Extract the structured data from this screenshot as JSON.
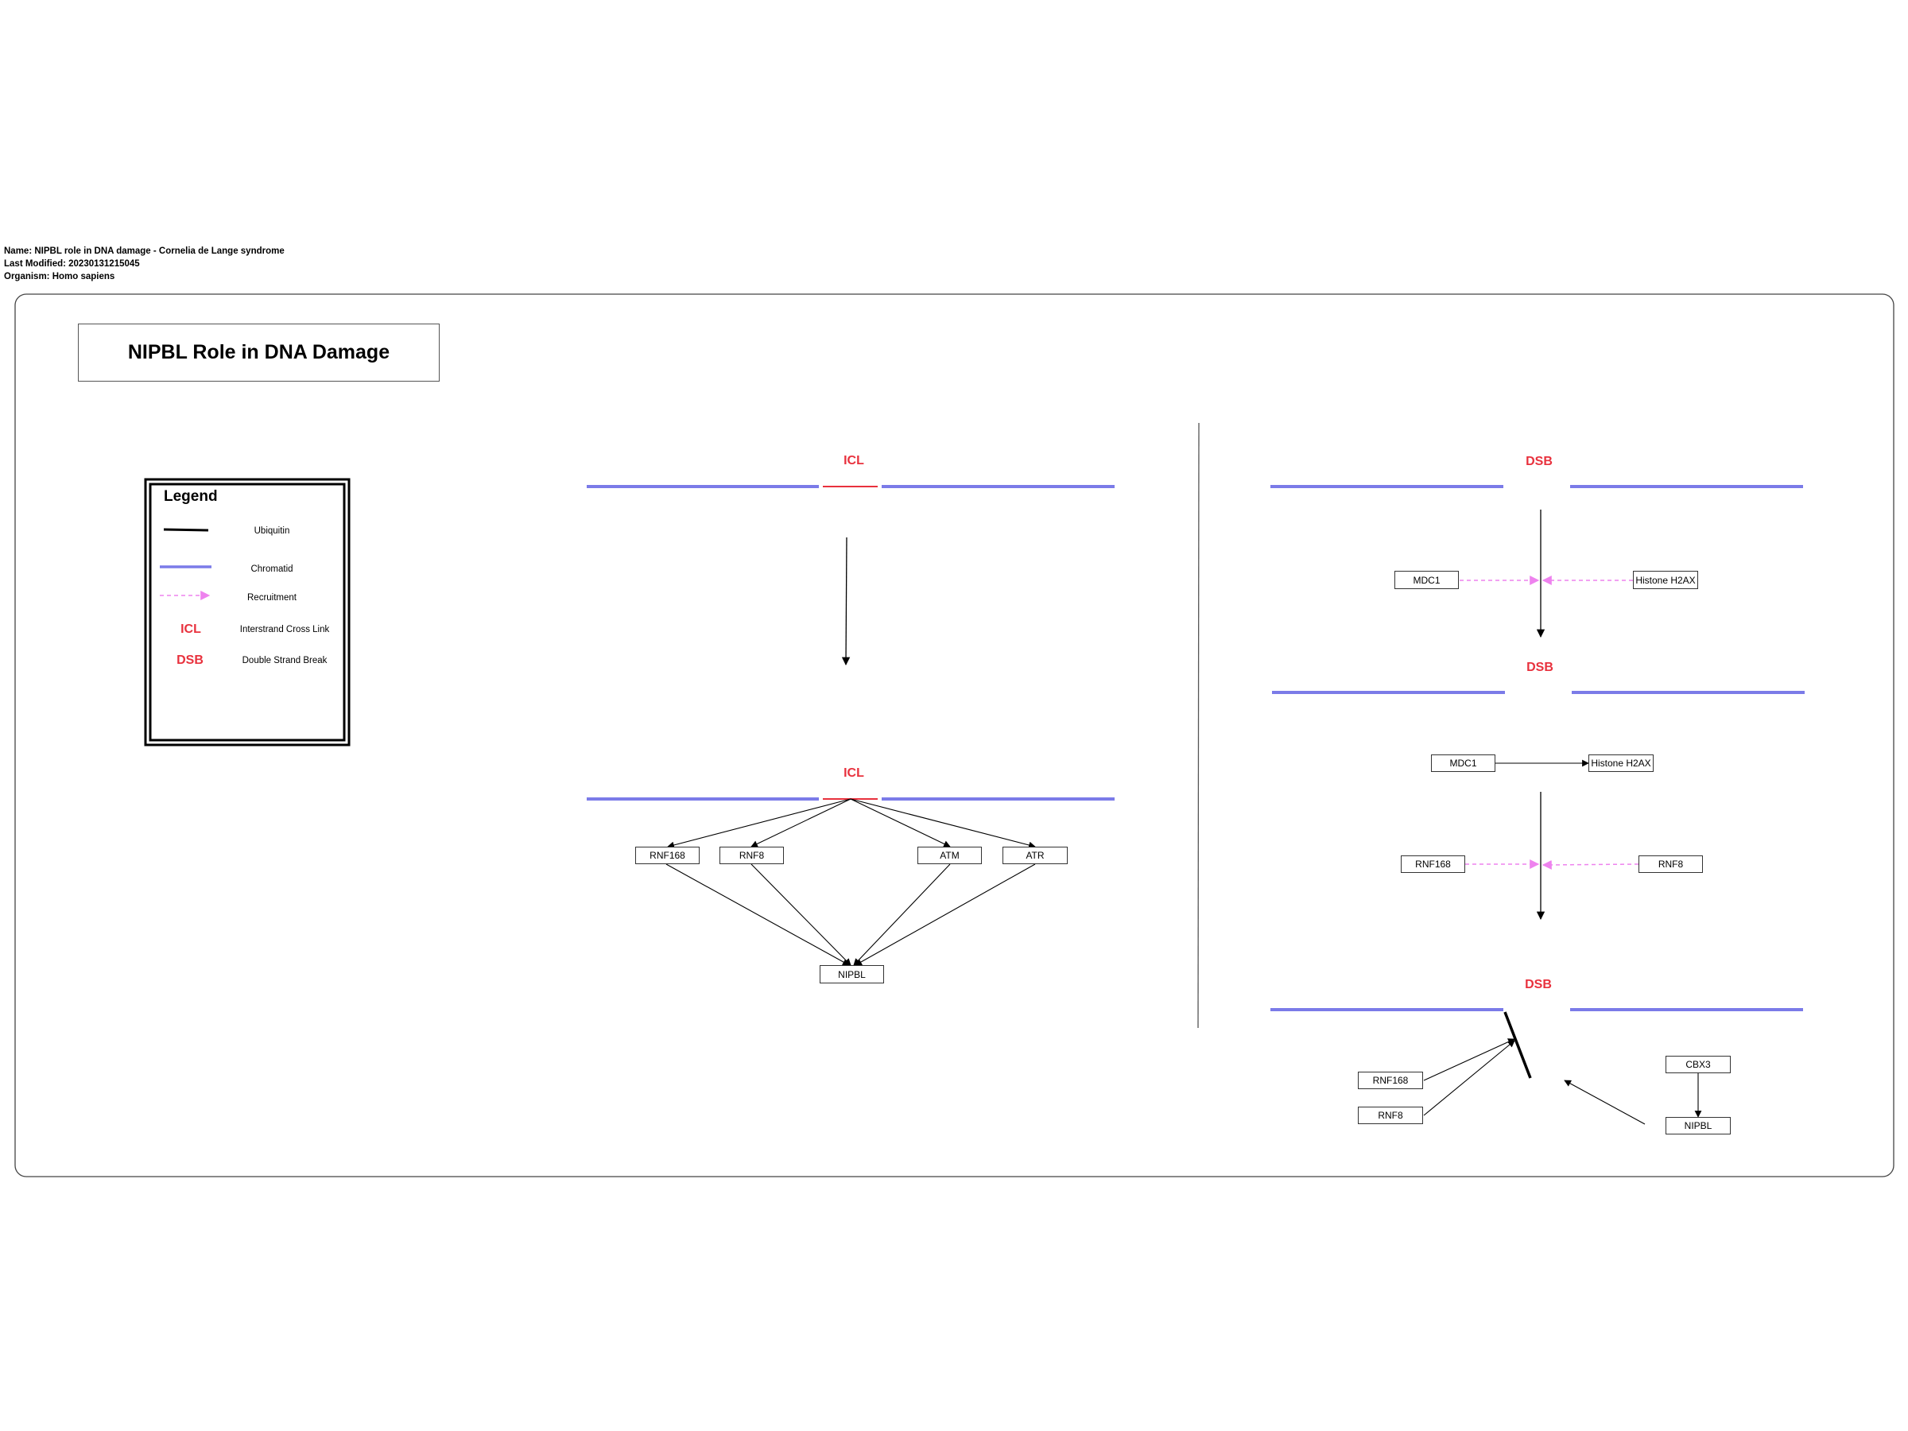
{
  "meta": {
    "name": "Name: NIPBL role in DNA damage - Cornelia de Lange syndrome",
    "modified": "Last Modified: 20230131215045",
    "organism": "Organism: Homo sapiens"
  },
  "title": "NIPBL Role in DNA Damage",
  "legend": {
    "title": "Legend",
    "items": [
      {
        "symbol": "",
        "label": "Ubiquitin"
      },
      {
        "symbol": "",
        "label": "Chromatid"
      },
      {
        "symbol": "",
        "label": "Recruitment"
      },
      {
        "symbol": "ICL",
        "label": "Interstrand Cross Link"
      },
      {
        "symbol": "DSB",
        "label": "Double Strand Break"
      }
    ]
  },
  "icl_panel": {
    "top_label": "ICL",
    "bottom_label": "ICL",
    "nodes": [
      "RNF168",
      "RNF8",
      "ATM",
      "ATR",
      "NIPBL"
    ]
  },
  "dsb_panel": {
    "labels": [
      "DSB",
      "DSB",
      "DSB"
    ],
    "step1": {
      "left": "MDC1",
      "right": "Histone H2AX"
    },
    "step2": {
      "left": "MDC1",
      "right": "Histone H2AX",
      "rec_left": "RNF168",
      "rec_right": "RNF8"
    },
    "step3": {
      "left_top": "RNF168",
      "left_bottom": "RNF8",
      "right_top": "CBX3",
      "right_bottom": "NIPBL"
    }
  },
  "colors": {
    "chromatid": "#7b7be8",
    "icl": "#e8313d",
    "recruitment": "#ee82ee",
    "ubiquitin": "#000000"
  }
}
